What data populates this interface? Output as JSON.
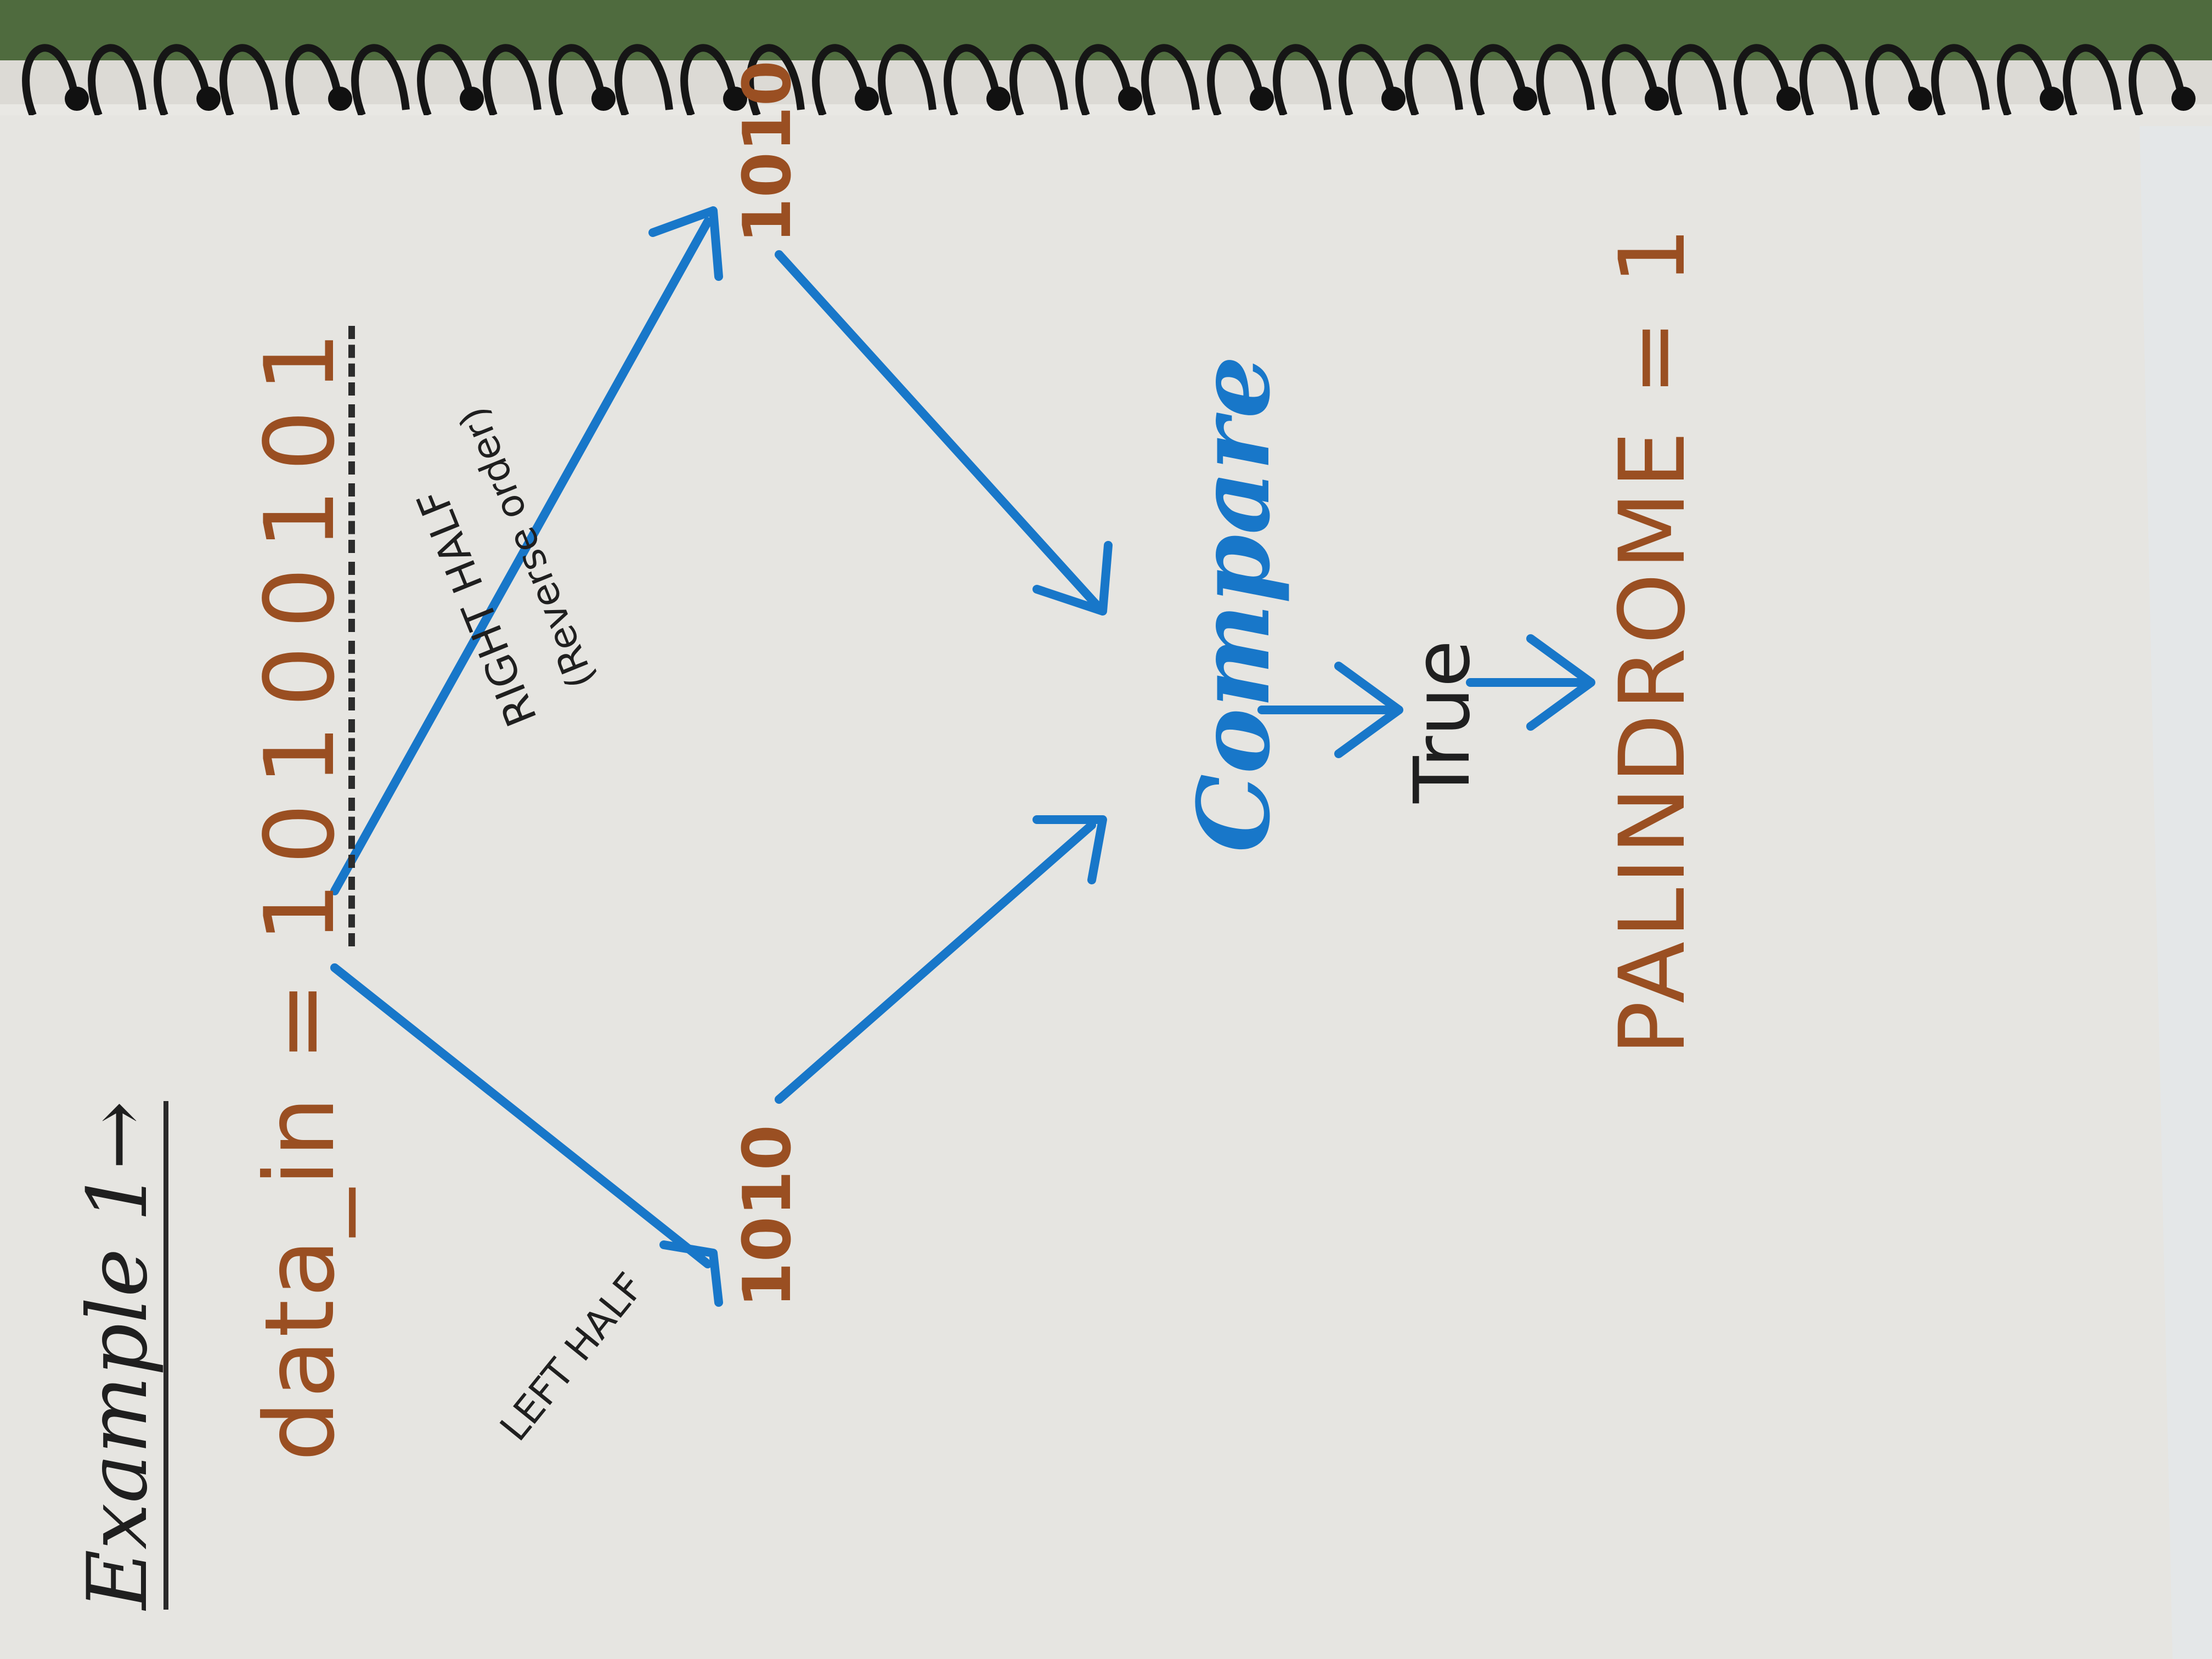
{
  "notebook": {
    "title": "Example 1→",
    "data_label": "data_in = ",
    "bits": [
      "1",
      "0",
      "1",
      "0",
      "0",
      "1",
      "0",
      "1"
    ],
    "left_half_label": "LEFT HALF",
    "right_half_label": "RIGHT HALF",
    "right_half_note": "(Reverse order)",
    "left_value": "1010",
    "right_value": "1010",
    "compare_label": "Compare",
    "true_label": "True",
    "result": "PALINDROME = 1"
  },
  "colors": {
    "brown_ink": "#9a4f22",
    "black_ink": "#1f1f1f",
    "blue_ink": "#1877c9",
    "paper": "#e9e8e4"
  }
}
